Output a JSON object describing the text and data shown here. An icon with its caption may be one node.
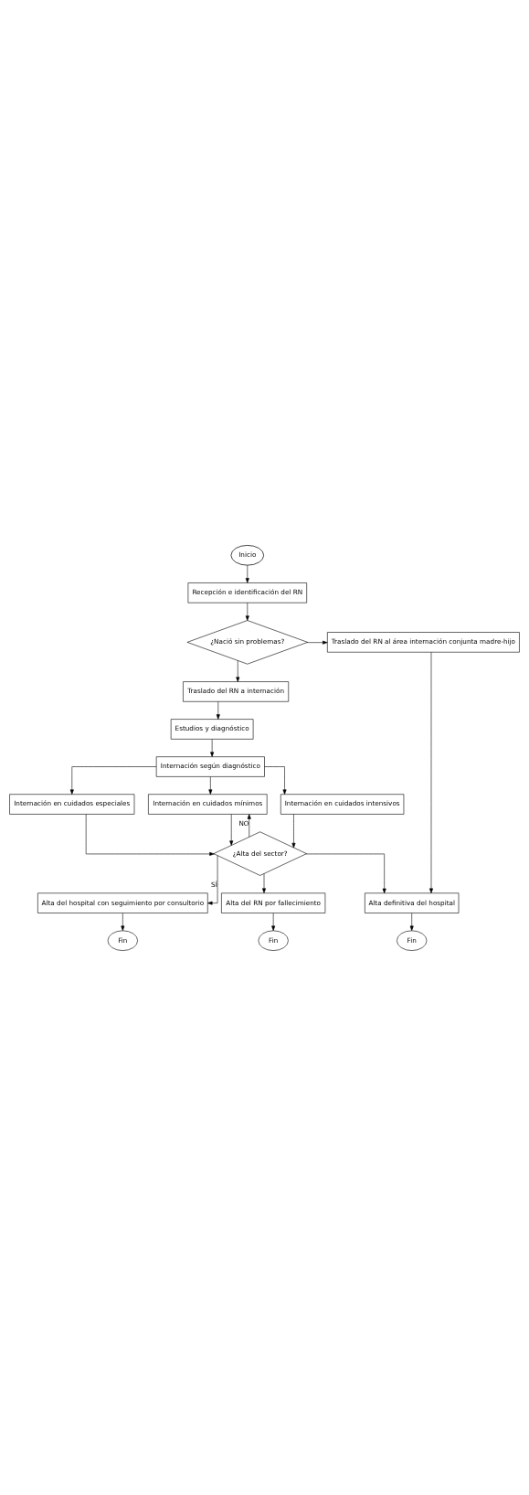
{
  "diagram": {
    "nodes": [
      {
        "text": [
          "Inicio"
        ]
      },
      {
        "text": [
          "Recepción e identificación del RN"
        ]
      },
      {
        "text": [
          "¿Nació sin problemas?"
        ]
      },
      {
        "text": [
          "Traslado del RN al área internación conjunta madre-hijo"
        ]
      },
      {
        "text": [
          "Traslado del RN a internación"
        ]
      },
      {
        "text": [
          "Estudios y diagnóstico"
        ]
      },
      {
        "text": [
          "Internación según diagnóstico"
        ]
      },
      {
        "text": [
          "Internación en cuidados intensivos"
        ]
      },
      {
        "text": [
          "Internación en cuidados especiales"
        ]
      },
      {
        "text": [
          "Internación en cuidados mínimos"
        ]
      },
      {
        "text": [
          "¿Alta del sector?"
        ]
      },
      {
        "text": [
          "Alta definitiva del hospital"
        ]
      },
      {
        "text": [
          "Alta del hospital con seguimiento por consultorio"
        ]
      },
      {
        "text": [
          "Alta del RN por fallecimiento"
        ]
      },
      {
        "text": [
          "Fin"
        ]
      },
      {
        "text": [
          "Fin"
        ]
      },
      {
        "text": [
          "Fin"
        ]
      }
    ],
    "edges": [
      {
        "from": 0,
        "to": 1,
        "arrow": "to"
      },
      {
        "from": 1,
        "to": 2,
        "arrow": "to"
      },
      {
        "from": 2,
        "to": 3,
        "arrow": "to"
      },
      {
        "from": 2,
        "to": 4,
        "arrow": "to"
      },
      {
        "from": 4,
        "to": 5,
        "arrow": "to"
      },
      {
        "from": 5,
        "to": 6,
        "arrow": "to"
      },
      {
        "from": 6,
        "to": 7,
        "arrow": "to"
      },
      {
        "from": 6,
        "to": 8,
        "arrow": "to"
      },
      {
        "from": 6,
        "to": 9,
        "arrow": "to"
      },
      {
        "from": 7,
        "to": 10,
        "arrow": "to"
      },
      {
        "from": 8,
        "to": 10,
        "arrow": "to"
      },
      {
        "from": 9,
        "to": 10,
        "arrow": "to"
      },
      {
        "from": 10,
        "to": 9,
        "arrow": "to",
        "label": "NO"
      },
      {
        "from": 3,
        "to": 11,
        "arrow": "to"
      },
      {
        "from": 10,
        "to": 11,
        "arrow": "to"
      },
      {
        "from": 10,
        "to": 12,
        "arrow": "to",
        "label": "SÍ"
      },
      {
        "from": 10,
        "to": 13,
        "arrow": "to"
      },
      {
        "from": 11,
        "to": 14,
        "arrow": "to"
      },
      {
        "from": 12,
        "to": 15,
        "arrow": "to"
      },
      {
        "from": 13,
        "to": 16,
        "arrow": "to"
      }
    ]
  }
}
